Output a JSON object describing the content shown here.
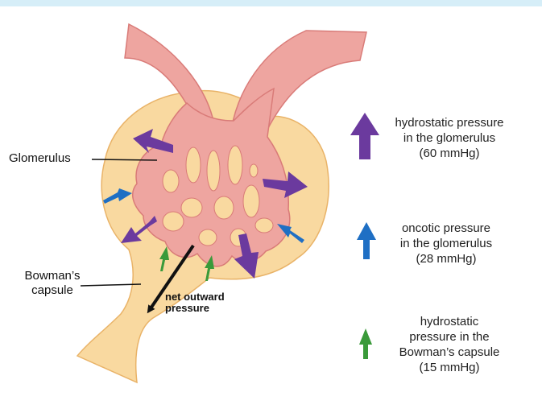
{
  "labels": {
    "glomerulus": "Glomerulus",
    "bowmans_capsule": [
      "Bowman’s",
      "capsule"
    ],
    "net_outward": [
      "net outward",
      "pressure"
    ]
  },
  "legend": [
    {
      "lines": [
        "hydrostatic pressure",
        "in the glomerulus",
        "(60 mmHg)"
      ],
      "color": "#6b3a9e",
      "icon": "purple-arrow-icon"
    },
    {
      "lines": [
        "oncotic pressure",
        "in the glomerulus",
        "(28 mmHg)"
      ],
      "color": "#1f6fc4",
      "icon": "blue-arrow-icon"
    },
    {
      "lines": [
        "hydrostatic",
        "pressure in the",
        "Bowman’s capsule",
        "(15 mmHg)"
      ],
      "color": "#3a9a3a",
      "icon": "green-arrow-icon"
    }
  ],
  "colors": {
    "capsule": "#f9d9a0",
    "capsule_stroke": "#e9b368",
    "vessel": "#eea5a0",
    "vessel_stroke": "#d97b78",
    "header": "#d6eef8"
  }
}
